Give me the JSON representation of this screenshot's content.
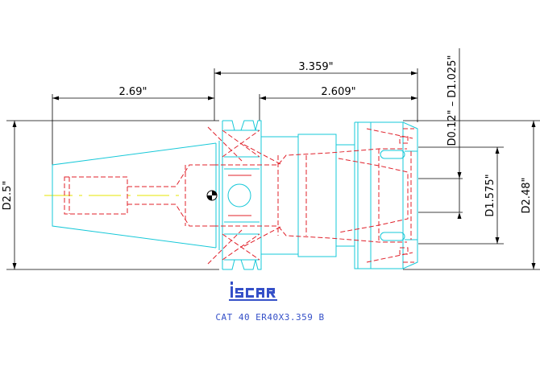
{
  "dimensions": {
    "overall_length": "3.359\"",
    "taper_length": "2.69\"",
    "body_length": "2.609\"",
    "flange_diameter": "D2.5\"",
    "nut_diameter": "D2.48\"",
    "collet_diameter": "D1.575\"",
    "clamping_range": "D0.12\" – D1.025\""
  },
  "brand": {
    "name": "iscar"
  },
  "caption": {
    "text": "CAT 40 ER40X3.359 B"
  },
  "colors": {
    "outline": "#16c8d8",
    "hidden": "#e0202a",
    "dimension": "#000000",
    "centerline": "#e6e600",
    "brand": "#3550c8"
  }
}
